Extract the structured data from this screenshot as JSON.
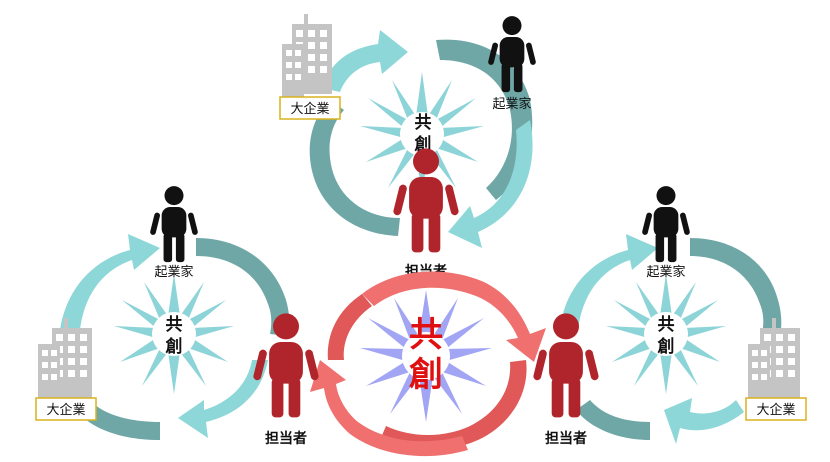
{
  "colors": {
    "teal_light": "#8ed7d8",
    "teal_dark": "#6fa7a7",
    "red_arrow": "#f07070",
    "red_arrow_dark": "#e05858",
    "person_red": "#b0252c",
    "person_black": "#111111",
    "building": "#c4c4c4",
    "label_border": "#d9b21e",
    "center_text": "#e01010",
    "burst_teal": "#2fb0b8",
    "burst_blue": "#7a7ff0"
  },
  "labels": {
    "corporation": "大企業",
    "entrepreneur": "起業家",
    "manager": "担当者",
    "cocreation_line1": "共",
    "cocreation_line2": "創"
  },
  "icons": {
    "building": "building-icon",
    "person": "person-icon",
    "burst": "starburst-icon"
  }
}
